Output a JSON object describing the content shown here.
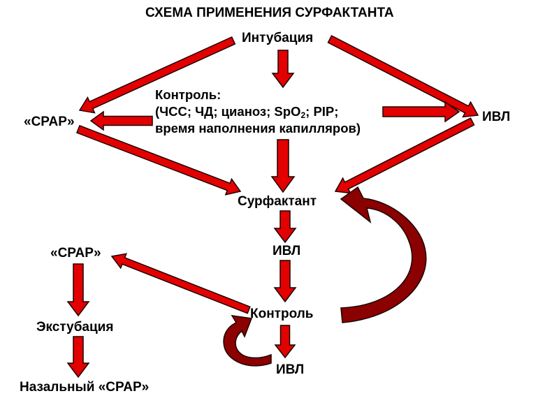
{
  "title": "СХЕМА ПРИМЕНЕНИЯ СУРФАКТАНТА",
  "nodes": {
    "intubation": "Интубация",
    "control_title": "Контроль:",
    "control_line2_a": "(ЧСС; ЧД; цианоз; SpO",
    "control_line2_sub": "2",
    "control_line2_b": "; PIP;",
    "control_line3": "время наполнения капилляров)",
    "cpap_top": "«CPAP»",
    "ivl_top": "ИВЛ",
    "surfactant": "Сурфактант",
    "ivl_mid": "ИВЛ",
    "control": "Контроль",
    "ivl_bottom": "ИВЛ",
    "cpap_left": "«CPAP»",
    "extubation": "Экстубация",
    "nasal_cpap": "Назальный «CPAP»"
  },
  "colors": {
    "arrow_fill": "#e30000",
    "arrow_stroke": "#1a0000",
    "curved_arrow_fill": "#8b0000",
    "text": "#000000"
  }
}
